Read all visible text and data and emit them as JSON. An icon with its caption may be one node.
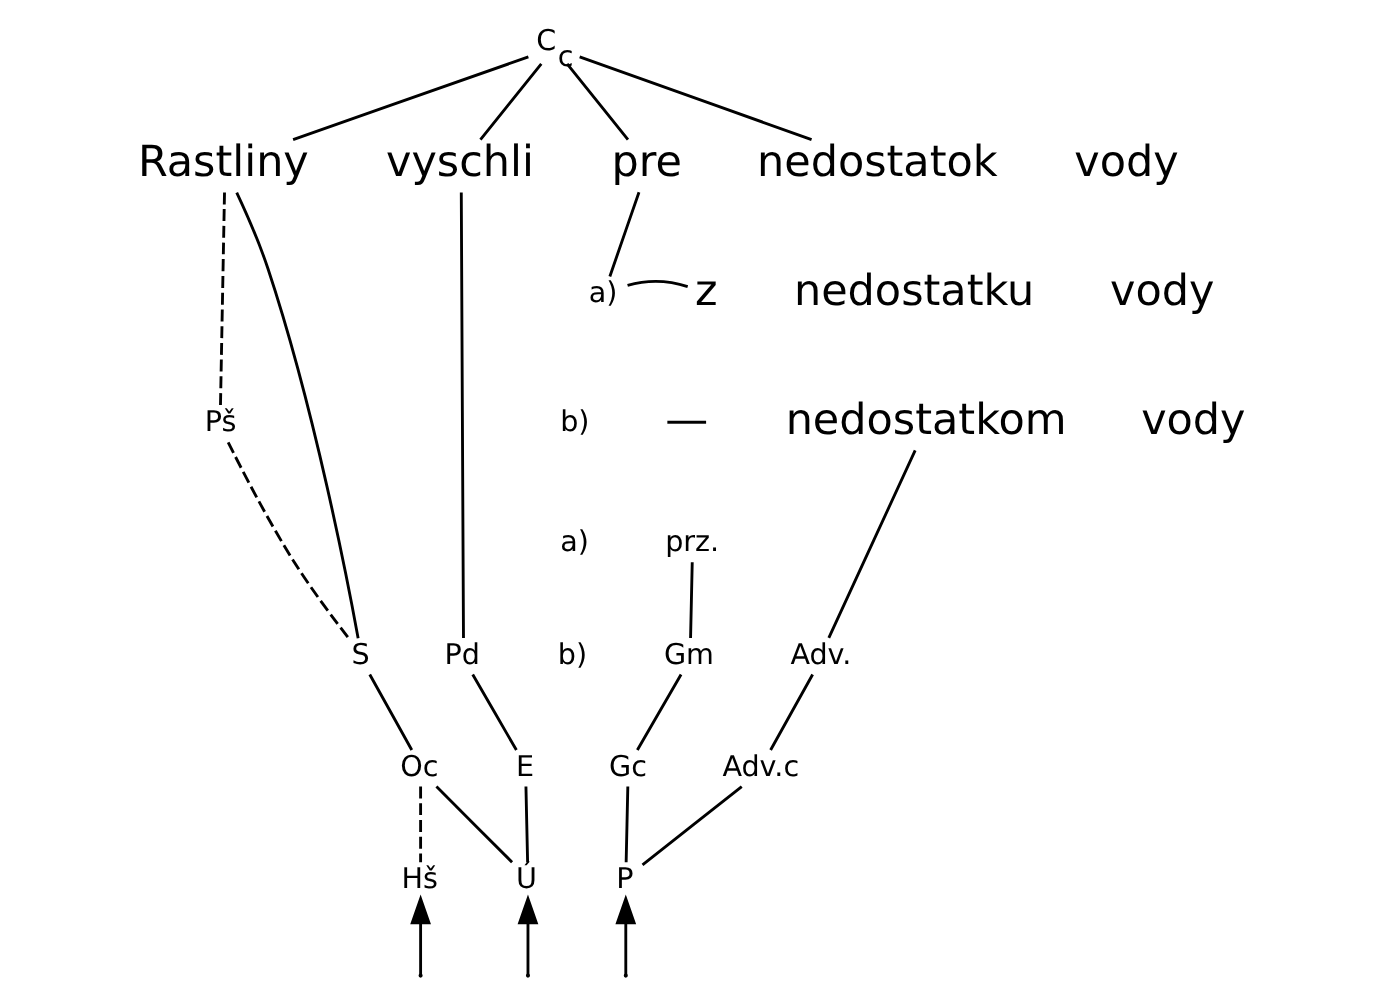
{
  "diagram": {
    "nodes": [
      {
        "text": [
          "C$_{c}$"
        ]
      },
      {
        "text": [
          "Rastliny"
        ]
      },
      {
        "text": [
          "vyschli"
        ]
      },
      {
        "text": [
          "pre"
        ]
      },
      {
        "text": [
          "nedostatok"
        ]
      },
      {
        "text": [
          "a)"
        ]
      },
      {
        "text": [
          "z"
        ]
      },
      {
        "text": [
          "Pš"
        ]
      },
      {
        "text": [
          "nedostatkom"
        ]
      },
      {
        "text": [
          "prz."
        ]
      },
      {
        "text": [
          "S"
        ]
      },
      {
        "text": [
          "Pd"
        ]
      },
      {
        "text": [
          "Gm"
        ]
      },
      {
        "text": [
          "Adv."
        ]
      },
      {
        "text": [
          "Oc"
        ]
      },
      {
        "text": [
          "E"
        ]
      },
      {
        "text": [
          "Gc"
        ]
      },
      {
        "text": [
          "Adv.c"
        ]
      },
      {
        "text": [
          "Ú"
        ]
      },
      {
        "text": [
          "P"
        ]
      },
      {
        "text": [
          "Hš"
        ]
      }
    ],
    "edges": [
      {
        "from": 0,
        "to": 1,
        "arrow": "none"
      },
      {
        "from": 0,
        "to": 2,
        "arrow": "none"
      },
      {
        "from": 0,
        "to": 3,
        "arrow": "none"
      },
      {
        "from": 0,
        "to": 4,
        "arrow": "none"
      },
      {
        "from": 5,
        "to": 3,
        "arrow": "none"
      },
      {
        "from": 5,
        "to": 6,
        "arrow": "none"
      },
      {
        "from": 1,
        "to": 7,
        "arrow": "none",
        "style": "dashed"
      },
      {
        "from": 7,
        "to": 10,
        "arrow": "none",
        "style": "dashed"
      },
      {
        "from": 1,
        "to": 10,
        "arrow": "none"
      },
      {
        "from": 2,
        "to": 11,
        "arrow": "none"
      },
      {
        "from": 9,
        "to": 12,
        "arrow": "none"
      },
      {
        "from": 8,
        "to": 13,
        "arrow": "none"
      },
      {
        "from": 10,
        "to": 14,
        "arrow": "none"
      },
      {
        "from": 11,
        "to": 15,
        "arrow": "none"
      },
      {
        "from": 12,
        "to": 16,
        "arrow": "none"
      },
      {
        "from": 13,
        "to": 17,
        "arrow": "none"
      },
      {
        "from": 14,
        "to": 18,
        "arrow": "none"
      },
      {
        "from": 15,
        "to": 18,
        "arrow": "none"
      },
      {
        "from": 16,
        "to": 19,
        "arrow": "none"
      },
      {
        "from": 17,
        "to": 19,
        "arrow": "none"
      },
      {
        "from": 14,
        "to": 20,
        "arrow": "none",
        "style": "dashed"
      },
      {
        "from": null,
        "to": 20,
        "arrow": "to"
      },
      {
        "from": null,
        "to": 18,
        "arrow": "to"
      },
      {
        "from": null,
        "to": 19,
        "arrow": "to"
      }
    ],
    "labels": [
      "vody",
      "nedostatku",
      "vody",
      "b)",
      "—",
      "vody",
      "a)",
      "b)"
    ]
  }
}
